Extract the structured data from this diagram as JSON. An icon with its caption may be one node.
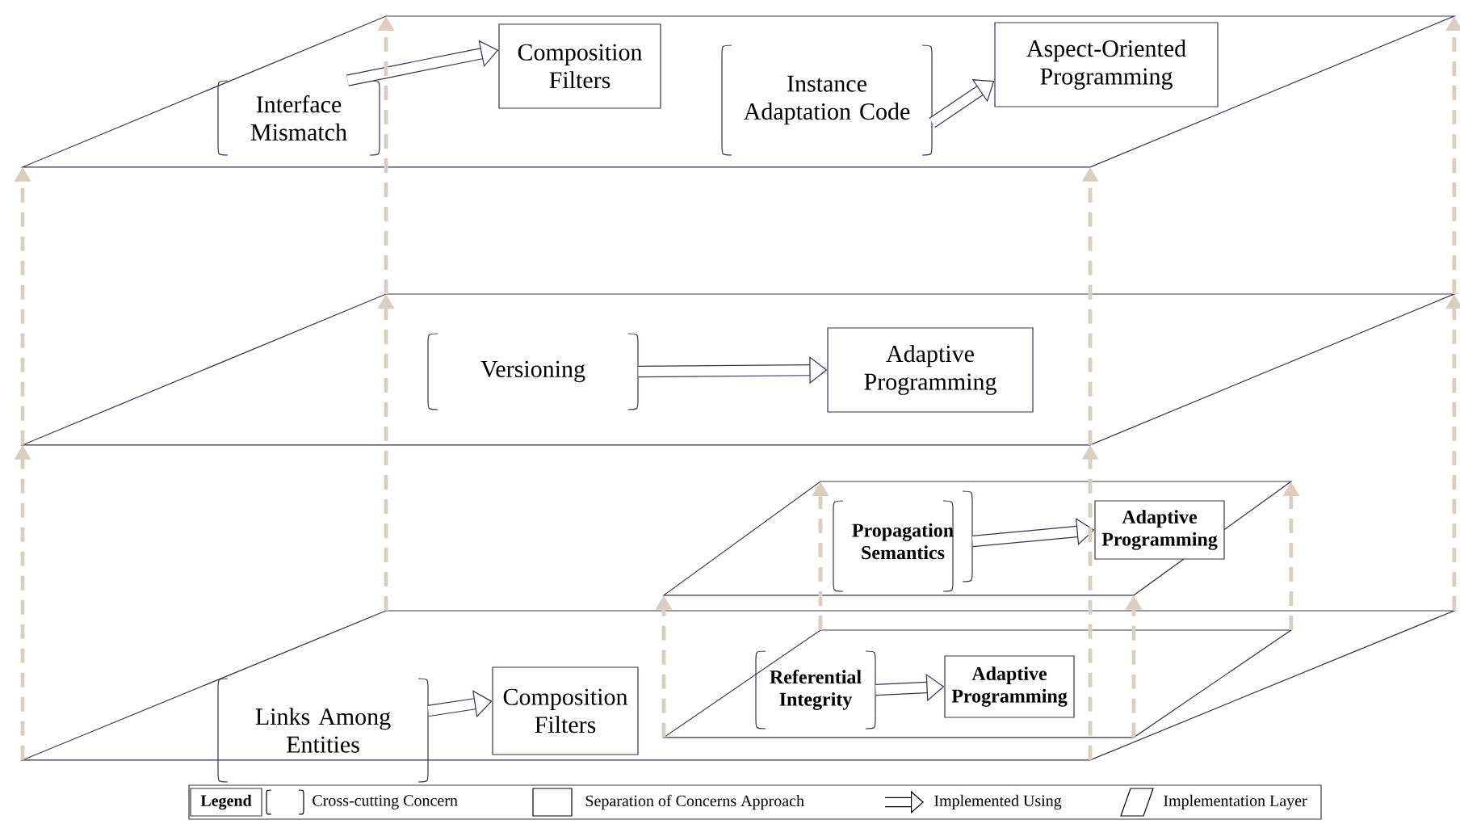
{
  "diagram": {
    "nodes": [
      {
        "text": [],
        "shape": "parallelogram"
      },
      {
        "text": [
          "Interface Mismatch"
        ],
        "in": 0
      },
      {
        "text": [
          "Composition Filters"
        ],
        "in": 0
      },
      {
        "text": [
          "Instance Adaptation Code"
        ],
        "in": 0
      },
      {
        "text": [
          "Aspect-Oriented Programming"
        ],
        "in": 0
      },
      {
        "text": [],
        "shape": "parallelogram"
      },
      {
        "text": [
          "Versioning"
        ],
        "in": 5
      },
      {
        "text": [
          "Adaptive Programming"
        ],
        "in": 5
      },
      {
        "text": [],
        "shape": "parallelogram"
      },
      {
        "text": [],
        "shape": "parallelogram"
      },
      {
        "text": [
          "Propagation Semantics"
        ],
        "in": 9
      },
      {
        "text": [
          "Adaptive Programming"
        ],
        "in": 9
      },
      {
        "text": [],
        "shape": "parallelogram",
        "in": 8
      },
      {
        "text": [
          "Referential Integrity"
        ],
        "in": 12
      },
      {
        "text": [
          "Adaptive Programming"
        ],
        "in": 12
      },
      {
        "text": [
          "Links Among Entities"
        ]
      },
      {
        "text": [
          "Composition Filters"
        ],
        "in": 8
      }
    ],
    "edges": [
      {
        "from": 1,
        "to": 2,
        "arrow": "to",
        "style": "thick",
        "color": "#333352"
      },
      {
        "from": 3,
        "to": 4,
        "arrow": "to",
        "style": "thick",
        "color": "#333352"
      },
      {
        "from": 6,
        "to": 7,
        "arrow": "to",
        "style": "thick",
        "color": "#333352"
      },
      {
        "from": 10,
        "to": 11,
        "arrow": "to",
        "style": "thick",
        "color": "#333352"
      },
      {
        "from": 13,
        "to": 14,
        "arrow": "to",
        "style": "thick",
        "color": "#333352"
      },
      {
        "from": 15,
        "to": 16,
        "arrow": "to",
        "style": "thick",
        "color": "#333352"
      },
      {
        "from": 8,
        "to": 5,
        "arrow": "to",
        "style": "dashed",
        "color": "#d8cfc2"
      },
      {
        "from": 8,
        "to": 5,
        "arrow": "to",
        "style": "dashed",
        "color": "#d8cfc2"
      },
      {
        "from": 8,
        "to": 5,
        "arrow": "to",
        "style": "dashed",
        "color": "#d8cfc2"
      },
      {
        "from": 8,
        "to": 5,
        "arrow": "to",
        "style": "dashed",
        "color": "#d8cfc2"
      },
      {
        "from": 5,
        "to": 0,
        "arrow": "to",
        "style": "dashed",
        "color": "#d8cfc2"
      },
      {
        "from": 5,
        "to": 0,
        "arrow": "to",
        "style": "dashed",
        "color": "#d8cfc2"
      },
      {
        "from": 5,
        "to": 0,
        "arrow": "to",
        "style": "dashed",
        "color": "#d8cfc2"
      },
      {
        "from": 5,
        "to": 0,
        "arrow": "to",
        "style": "dashed",
        "color": "#d8cfc2"
      },
      {
        "from": 12,
        "to": 9,
        "arrow": "to",
        "style": "dashed",
        "color": "#d8cfc2"
      },
      {
        "from": 12,
        "to": 9,
        "arrow": "to",
        "style": "dashed",
        "color": "#d8cfc2"
      },
      {
        "from": 12,
        "to": 9,
        "arrow": "to",
        "style": "dashed",
        "color": "#d8cfc2"
      },
      {
        "from": 12,
        "to": 9,
        "arrow": "to",
        "style": "dashed",
        "color": "#d8cfc2"
      }
    ],
    "labels": [
      "Legend"
    ],
    "legend": [
      {
        "text": "Cross-cutting Concern"
      },
      {
        "text": "Separation of Concerns Approach"
      },
      {
        "text": "Implemented Using"
      },
      {
        "text": "Implementation Layer"
      }
    ]
  }
}
